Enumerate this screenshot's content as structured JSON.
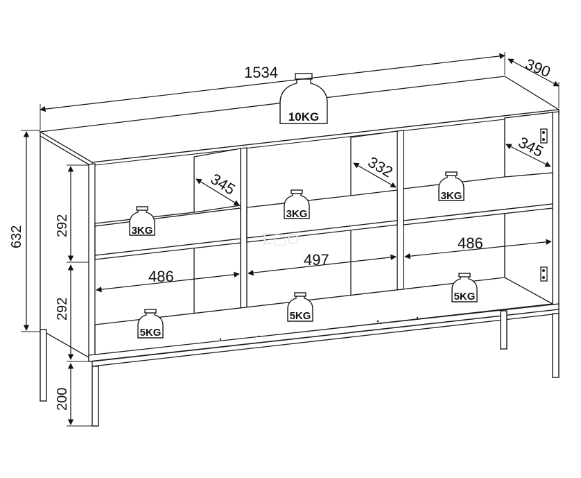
{
  "dimensions": {
    "width": "1534",
    "depth": "390",
    "height": "632",
    "upper_shelf_height": "292",
    "lower_shelf_height": "292",
    "leg_height": "200",
    "left_inner_depth": "345",
    "middle_inner_depth": "332",
    "right_inner_depth": "345",
    "left_inner_width": "486",
    "middle_inner_width": "497",
    "right_inner_width": "486"
  },
  "weights": {
    "top": "10KG",
    "left_upper": "3KG",
    "middle_upper": "3KG",
    "right_upper": "3KG",
    "left_lower": "5KG",
    "middle_lower": "5KG",
    "right_lower": "5KG"
  },
  "watermark": "E▢O"
}
